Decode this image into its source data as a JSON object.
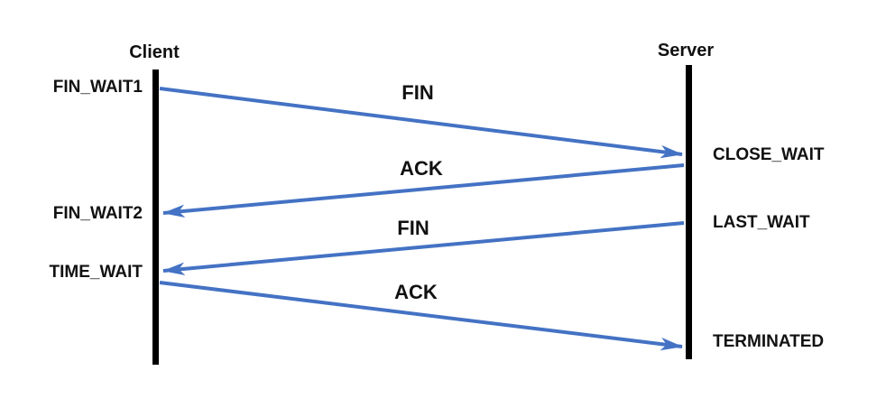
{
  "diagram": {
    "kind": "tcp-connection-termination-sequence",
    "actors": {
      "client": "Client",
      "server": "Server"
    },
    "client_states": [
      {
        "label": "FIN_WAIT1"
      },
      {
        "label": "FIN_WAIT2"
      },
      {
        "label": "TIME_WAIT"
      }
    ],
    "server_states": [
      {
        "label": "CLOSE_WAIT"
      },
      {
        "label": "LAST_WAIT"
      },
      {
        "label": "TERMINATED"
      }
    ],
    "messages": [
      {
        "label": "FIN",
        "from": "client",
        "to": "server"
      },
      {
        "label": "ACK",
        "from": "server",
        "to": "client"
      },
      {
        "label": "FIN",
        "from": "server",
        "to": "client"
      },
      {
        "label": "ACK",
        "from": "client",
        "to": "server"
      }
    ],
    "colors": {
      "arrow": "#4472C4",
      "lifeline": "#000000",
      "text": "#111111",
      "background": "#FFFFFF"
    }
  }
}
